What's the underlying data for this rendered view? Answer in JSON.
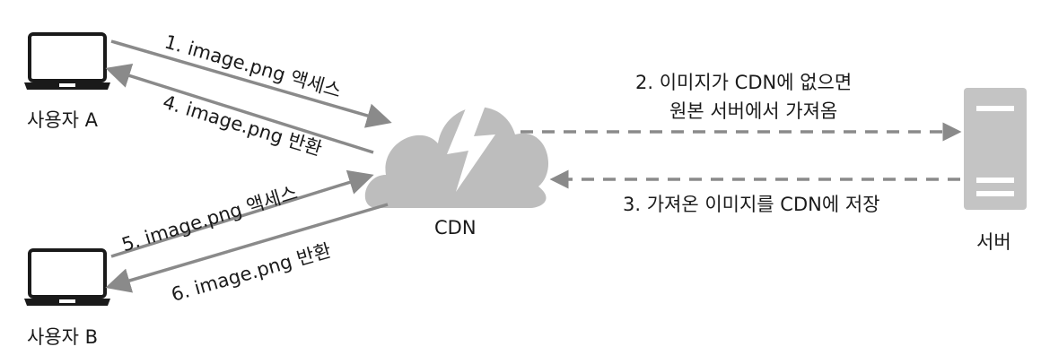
{
  "nodes": {
    "user_a": "사용자 A",
    "user_b": "사용자 B",
    "cdn": "CDN",
    "server": "서버"
  },
  "edges": {
    "step1": "1. image.png 액세스",
    "step2_line1": "2. 이미지가 CDN에 없으면",
    "step2_line2": "원본 서버에서 가져옴",
    "step3": "3. 가져온 이미지를 CDN에 저장",
    "step4": "4. image.png 반환",
    "step5": "5. image.png 액세스",
    "step6": "6. image.png 반환"
  },
  "colors": {
    "icon": "#1a1a1a",
    "arrow": "#8a8a8a",
    "cloud": "#bdbdbd",
    "server": "#c4c4c4"
  },
  "icons": {
    "laptop": "laptop-icon",
    "cloud": "cloud-lightning-icon",
    "server": "server-icon"
  }
}
